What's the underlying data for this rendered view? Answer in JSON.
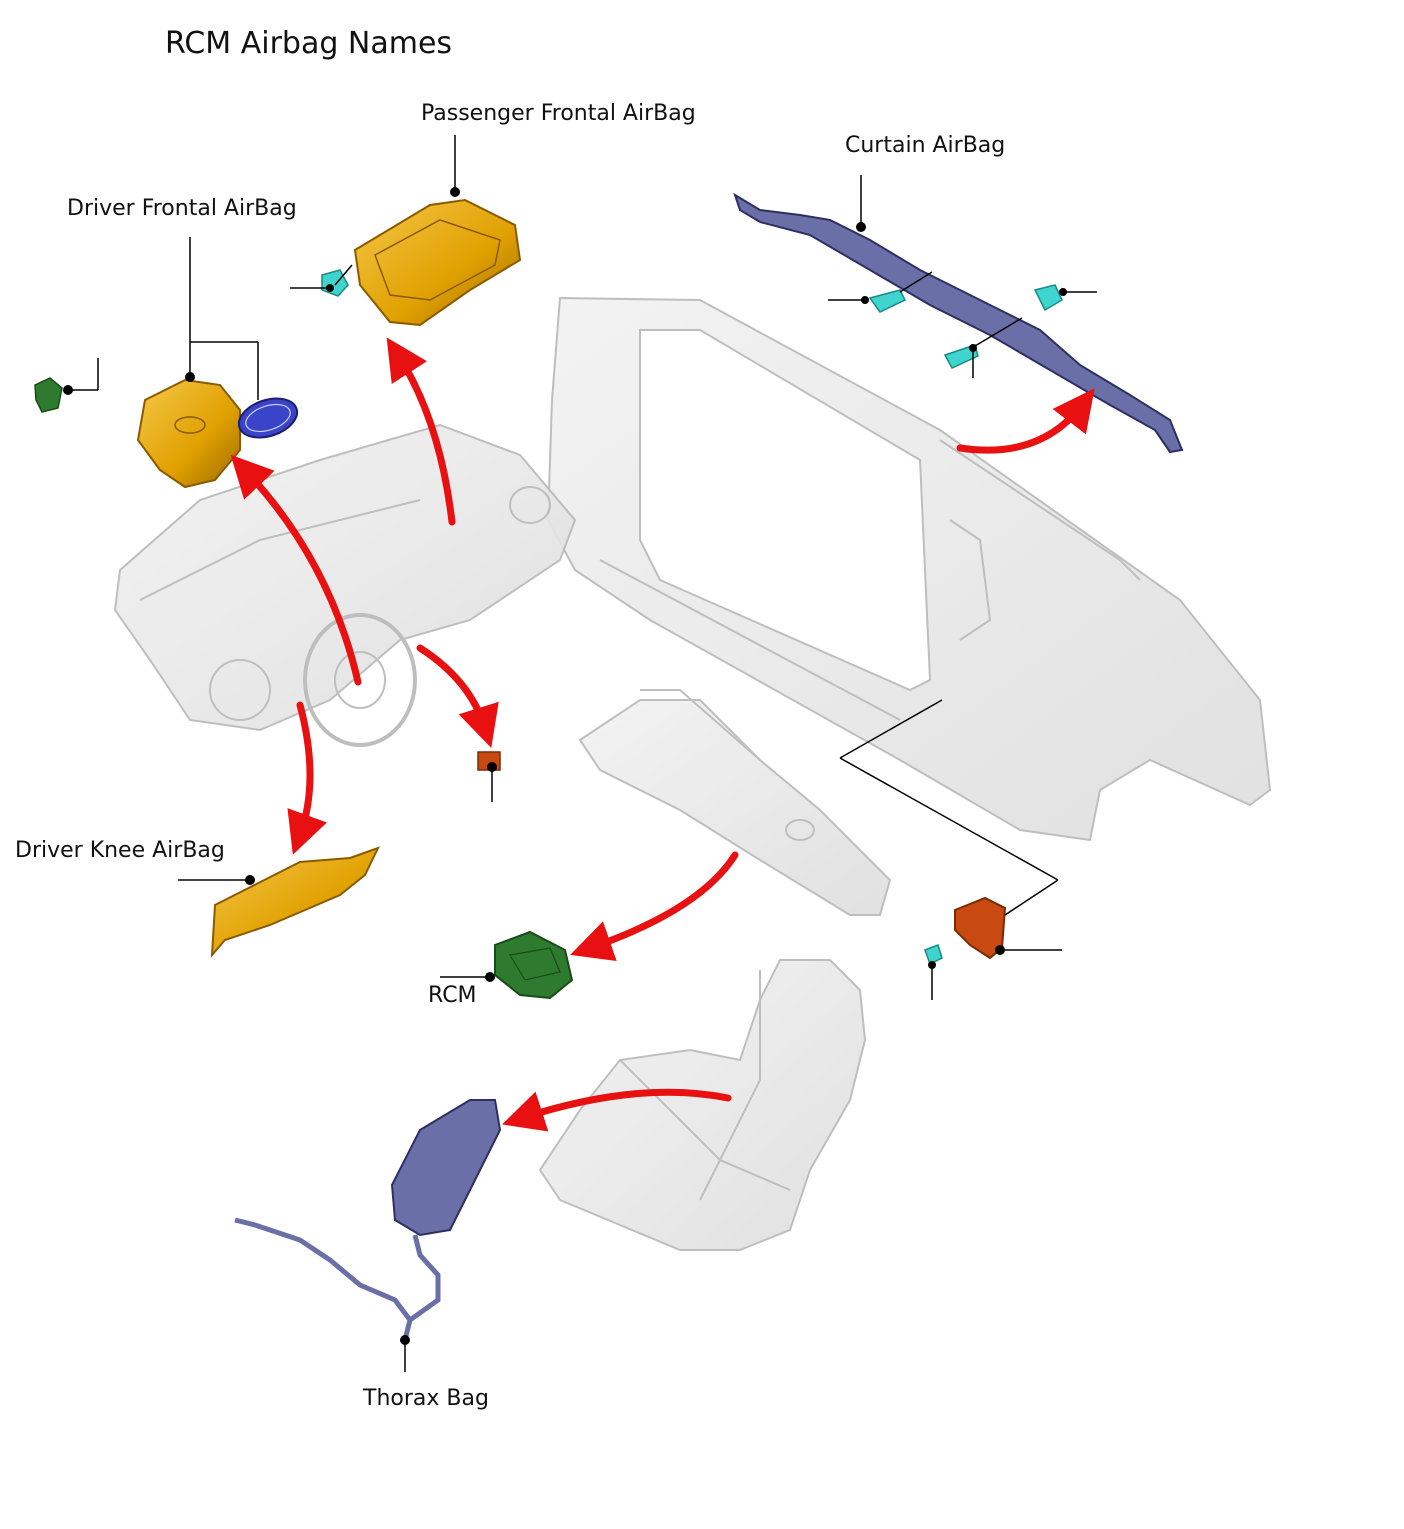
{
  "title": "RCM Airbag Names",
  "labels": {
    "passenger_frontal": "Passenger Frontal AirBag",
    "curtain": "Curtain AirBag",
    "driver_frontal": "Driver Frontal AirBag",
    "driver_knee": "Driver Knee AirBag",
    "rcm": "RCM",
    "thorax": "Thorax Bag"
  },
  "colors": {
    "airbag_gold": "#e0a000",
    "curtain_blue": "#6a6fa8",
    "rcm_green": "#2e7a2e",
    "sensor_orange": "#c84a10",
    "clip_cyan": "#3fd4d0",
    "arrow_red": "#e81010",
    "ford_blue": "#3a44c8"
  }
}
